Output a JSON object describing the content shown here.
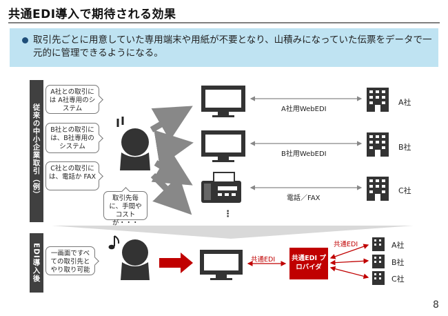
{
  "title": "共通EDI導入で期待される効果",
  "summary": "取引先ごとに用意していた専用端末や用紙が不要となり、山積みになっていた伝票をデータで一元的に管理できるようになる。",
  "before": {
    "sidebar_label": "従来の中小企業取引（例）",
    "bubbles": [
      {
        "text": "A社との取引には A社専用のシステム"
      },
      {
        "text": "B社との取引には、B社専用のシステム"
      },
      {
        "text": "C社との取引には、電話か FAX"
      },
      {
        "text": "取引先毎に、手間やコストが・・・"
      }
    ],
    "links": [
      {
        "label": "A社用WebEDI",
        "company": "A社"
      },
      {
        "label": "B社用WebEDI",
        "company": "B社"
      },
      {
        "label": "電話／FAX",
        "company": "C社"
      }
    ],
    "more": "⋮"
  },
  "after": {
    "sidebar_label": "EDI導入後",
    "bubble": "一画面ですべての取引先とやり取り可能",
    "link_label": "共通EDI",
    "provider_label": "共通EDI プロバイダ",
    "fan_label": "共通EDI",
    "companies": [
      "A社",
      "B社",
      "C社"
    ]
  },
  "page_number": "8",
  "colors": {
    "accent_red": "#c00000",
    "dark": "#404040",
    "summary_bg": "#bfe3f2"
  },
  "icons": [
    "person-icon",
    "monitor-icon",
    "fax-icon",
    "building-icon",
    "music-note-icon",
    "stress-marks-icon"
  ]
}
